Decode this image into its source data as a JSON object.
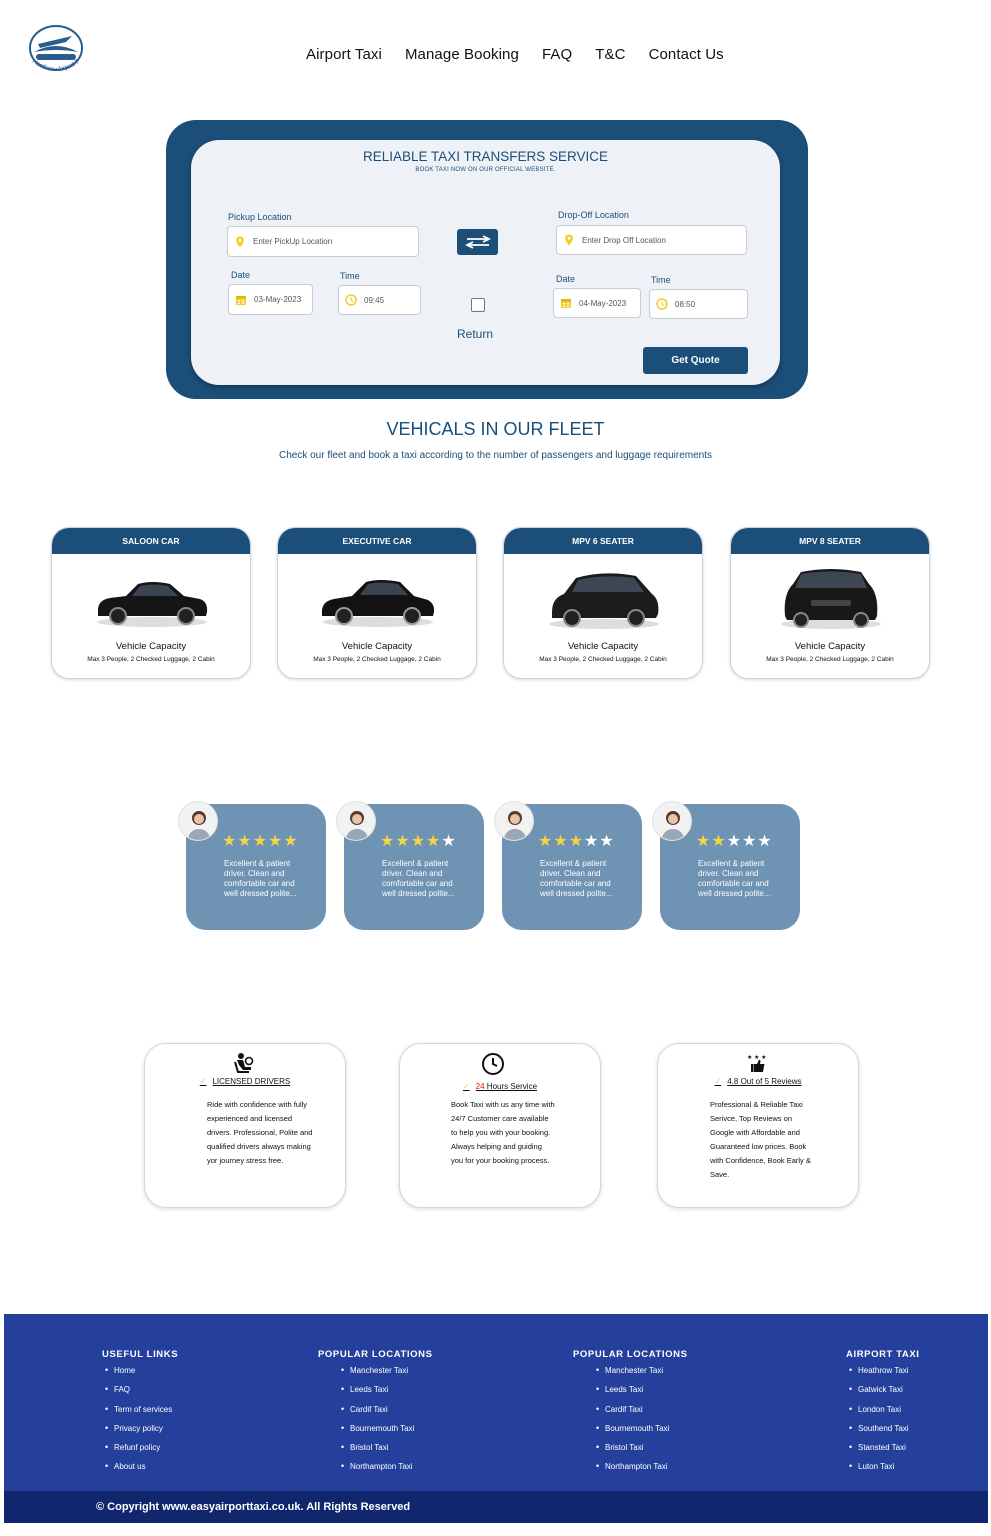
{
  "header": {
    "logo_text": "Heathrow Airport Taxi",
    "nav": [
      "Airport Taxi",
      "Manage Booking",
      "FAQ",
      "T&C",
      "Contact Us"
    ]
  },
  "booking": {
    "title": "RELIABLE TAXI TRANSFERS SERVICE",
    "subtitle": "BOOK TAXI NOW ON OUR OFFICIAL WEBSITE.",
    "pickup": {
      "label": "Pickup Location",
      "placeholder": "Enter PickUp Location",
      "date_label": "Date",
      "date": "03-May-2023",
      "time_label": "Time",
      "time": "09:45"
    },
    "dropoff": {
      "label": "Drop-Off Location",
      "placeholder": "Enter Drop Off Location",
      "date_label": "Date",
      "date": "04-May-2023",
      "time_label": "Time",
      "time": "08:50"
    },
    "return_label": "Return",
    "quote_button": "Get Quote"
  },
  "fleet": {
    "title": "VEHICALS IN OUR FLEET",
    "subtitle": "Check our fleet and book a taxi according to the number of passengers and luggage requirements",
    "cars": [
      {
        "name": "SALOON CAR",
        "capacity_label": "Vehicle Capacity",
        "details": "Max 3 People, 2 Checked Luggage, 2 Cabin"
      },
      {
        "name": "EXECUTIVE CAR",
        "capacity_label": "Vehicle Capacity",
        "details": "Max 3 People, 2 Checked Luggage, 2 Cabin"
      },
      {
        "name": "MPV 6 SEATER",
        "capacity_label": "Vehicle Capacity",
        "details": "Max 3 People, 2 Checked Luggage, 2 Cabin"
      },
      {
        "name": "MPV 8 SEATER",
        "capacity_label": "Vehicle Capacity",
        "details": "Max 3 People, 2 Checked Luggage, 2 Cabin"
      }
    ]
  },
  "reviews": [
    {
      "rating": 5,
      "text": "Excellent & patient driver. Clean and comfortable car and well dressed polite..."
    },
    {
      "rating": 4,
      "text": "Excellent & patient driver. Clean and comfortable car and well dressed polite..."
    },
    {
      "rating": 3,
      "text": "Excellent & patient driver. Clean and comfortable car and well dressed polite..."
    },
    {
      "rating": 2,
      "text": "Excellent & patient driver. Clean and comfortable car and well dressed polite..."
    }
  ],
  "features": [
    {
      "title": "LICENSED DRIVERS",
      "body": "Ride with confidence with fully experienced and licensed drivers. Professional, Polite and qualified drivers always making yor journey stress free."
    },
    {
      "title_highlight": "24",
      "title": " Hours Service",
      "body": "Book Taxi with us any time with 24/7 Customer care available to help you with your booking. Always helping and guiding you for your booking process."
    },
    {
      "title": "4.8 Out of 5 Reviews",
      "body": "Professional & Reliable Taxi Serivce, Top Reviews on Google with Affordable and Guaranteed low prices. Book with Confidence, Book Early & Save."
    }
  ],
  "footer": {
    "columns": [
      {
        "heading": "USEFUL LINKS",
        "links": [
          "Home",
          "FAQ",
          "Term of services",
          "Privacy policy",
          "Refunf policy",
          "About us"
        ]
      },
      {
        "heading": "POPULAR LOCATIONS",
        "links": [
          "Manchester Taxi",
          "Leeds Taxi",
          "Cardif Taxi",
          "Bournemouth Taxi",
          "Bristol Taxi",
          "Northampton Taxi"
        ]
      },
      {
        "heading": "POPULAR LOCATIONS",
        "links": [
          "Manchester Taxi",
          "Leeds Taxi",
          "Cardif Taxi",
          "Bournemouth Taxi",
          "Bristol Taxi",
          "Northampton Taxi"
        ]
      },
      {
        "heading": "AIRPORT TAXI",
        "links": [
          "Heathrow Taxi",
          "Gatwick Taxi",
          "London Taxi",
          "Southend Taxi",
          "Stansted Taxi",
          "Luton Taxi"
        ]
      }
    ],
    "copyright": "© Copyright www.easyairporttaxi.co.uk. All Rights Reserved"
  },
  "colors": {
    "primary": "#1b4f7a",
    "review_bg": "#6e93b3",
    "star": "#f3d34a",
    "footer": "#24409c",
    "footer_bottom": "#10276e"
  }
}
